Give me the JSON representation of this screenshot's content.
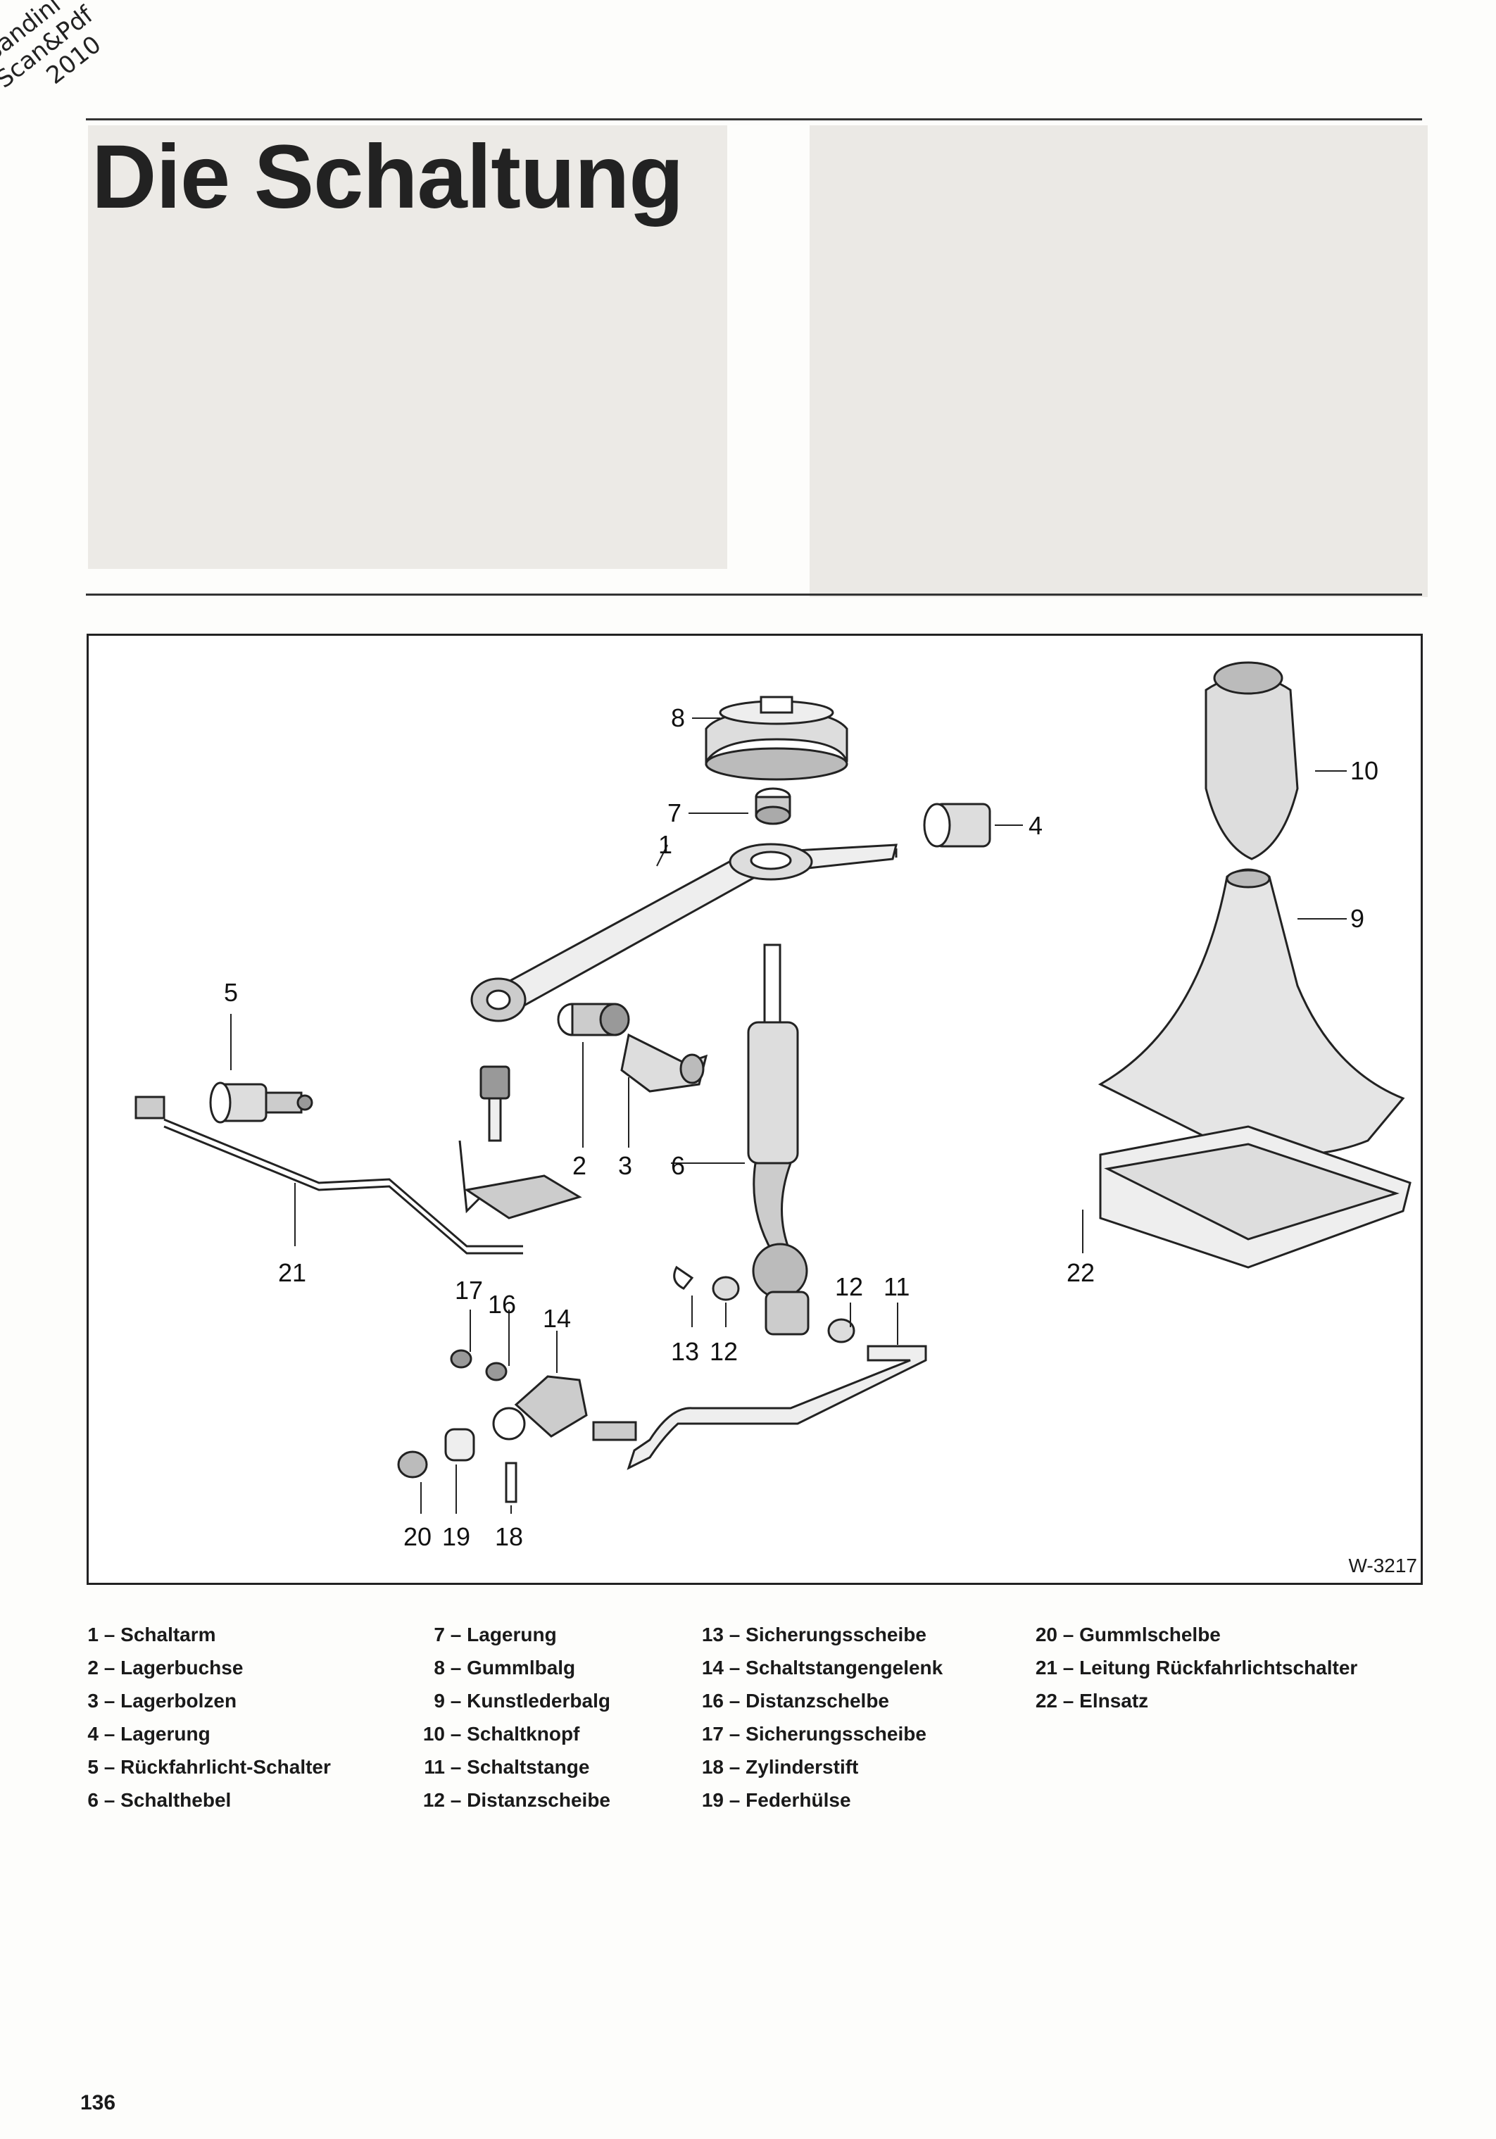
{
  "watermark": {
    "line1": "Sandini",
    "line2": "Scan&Pdf",
    "line3": "2010"
  },
  "title": "Die Schaltung",
  "figure": {
    "code": "W-3217",
    "callouts": {
      "c1": "1",
      "c2": "2",
      "c3": "3",
      "c4": "4",
      "c5": "5",
      "c6": "6",
      "c7": "7",
      "c8": "8",
      "c9": "9",
      "c10": "10",
      "c11": "11",
      "c12a": "12",
      "c12b": "12",
      "c13": "13",
      "c14": "14",
      "c16": "16",
      "c17": "17",
      "c18": "18",
      "c19": "19",
      "c20": "20",
      "c21": "21",
      "c22": "22"
    }
  },
  "legend": {
    "col1": [
      {
        "num": "1",
        "label": "Schaltarm"
      },
      {
        "num": "2",
        "label": "Lagerbuchse"
      },
      {
        "num": "3",
        "label": "Lagerbolzen"
      },
      {
        "num": "4",
        "label": "Lagerung"
      },
      {
        "num": "5",
        "label": "Rückfahrlicht-Schalter"
      },
      {
        "num": "6",
        "label": "Schalthebel"
      }
    ],
    "col2": [
      {
        "num": "7",
        "label": "Lagerung"
      },
      {
        "num": "8",
        "label": "Gummlbalg"
      },
      {
        "num": "9",
        "label": "Kunstlederbalg"
      },
      {
        "num": "10",
        "label": "Schaltknopf"
      },
      {
        "num": "11",
        "label": "Schaltstange"
      },
      {
        "num": "12",
        "label": "Distanzscheibe"
      }
    ],
    "col3": [
      {
        "num": "13",
        "label": "Sicherungsscheibe"
      },
      {
        "num": "14",
        "label": "Schaltstangengelenk"
      },
      {
        "num": "16",
        "label": "Distanzschelbe"
      },
      {
        "num": "17",
        "label": "Sicherungsscheibe"
      },
      {
        "num": "18",
        "label": "Zylinderstift"
      },
      {
        "num": "19",
        "label": "Federhülse"
      }
    ],
    "col4": [
      {
        "num": "20",
        "label": "Gummlschelbe"
      },
      {
        "num": "21",
        "label": "Leitung Rückfahrlichtschalter"
      },
      {
        "num": "22",
        "label": "Elnsatz"
      }
    ]
  },
  "page_number": "136"
}
